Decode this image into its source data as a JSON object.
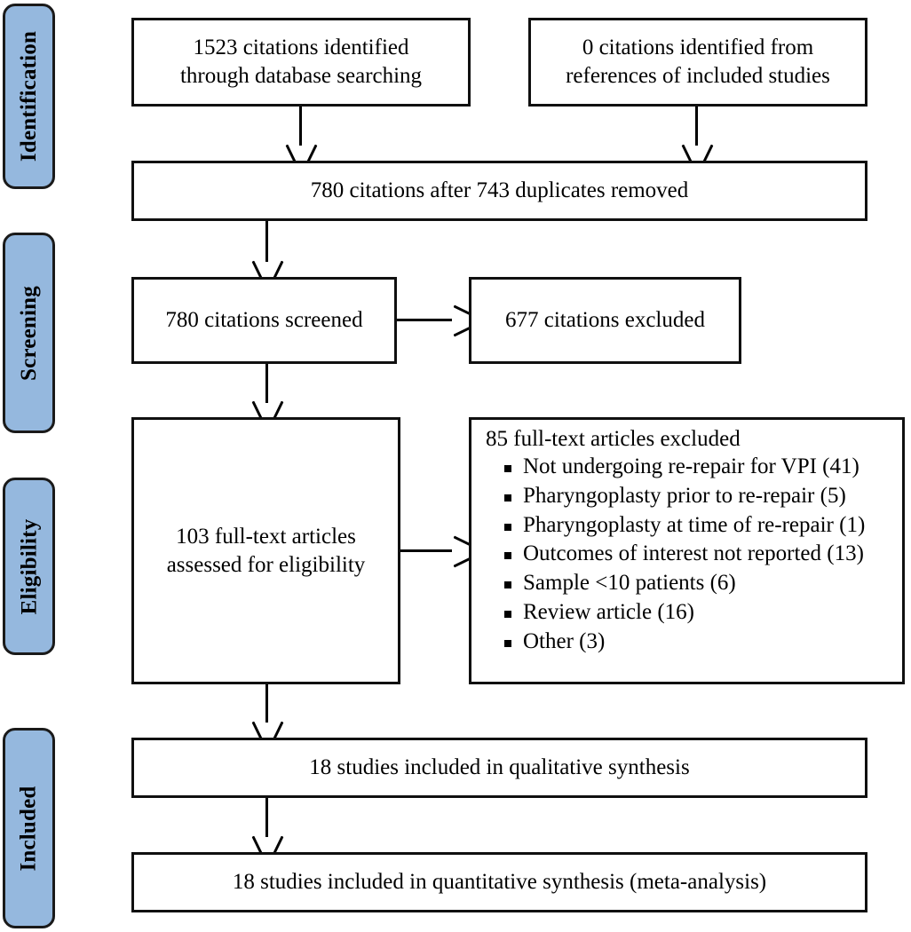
{
  "diagram": {
    "title": "PRISMA study selection flow diagram",
    "accent_color": "#95B8DE",
    "line_color": "#000000",
    "box_border_color": "#101010",
    "background": "#ffffff"
  },
  "stages": [
    {
      "id": "identification",
      "label": "Identification"
    },
    {
      "id": "screening",
      "label": "Screening"
    },
    {
      "id": "eligibility",
      "label": "Eligibility"
    },
    {
      "id": "included",
      "label": "Included"
    }
  ],
  "boxes": {
    "database_search": {
      "line1": "1523 citations identified",
      "line2": "through database searching"
    },
    "reference_search": {
      "line1": "0 citations identified from",
      "line2": "references of included studies"
    },
    "duplicates_removed": {
      "line1": "780 citations after 743 duplicates removed"
    },
    "screened": {
      "line1": "780 citations screened"
    },
    "citations_excluded": {
      "line1": "677 citations excluded"
    },
    "fulltext_assessed": {
      "line1": "103 full-text articles",
      "line2": "assessed for eligibility"
    },
    "fulltext_excluded": {
      "heading": "85 full-text articles excluded",
      "reasons": [
        "Not undergoing re-repair for VPI (41)",
        "Pharyngoplasty prior to re-repair (5)",
        "Pharyngoplasty at time of re-repair (1)",
        "Outcomes of interest not reported (13)",
        "Sample <10 patients (6)",
        "Review article (16)",
        "Other (3)"
      ]
    },
    "qualitative_synthesis": {
      "line1": "18 studies included in qualitative synthesis"
    },
    "quantitative_synthesis": {
      "line1": "18 studies included in quantitative synthesis (meta-analysis)"
    }
  },
  "chart_data": {
    "type": "diagram",
    "title": "PRISMA flow diagram",
    "nodes": [
      {
        "id": "database_search",
        "stage": "Identification",
        "count": 1523,
        "label": "1523 citations identified through database searching"
      },
      {
        "id": "reference_search",
        "stage": "Identification",
        "count": 0,
        "label": "0 citations identified from references of included studies"
      },
      {
        "id": "duplicates_removed",
        "stage": "Identification",
        "count": 780,
        "duplicates": 743,
        "label": "780 citations after 743 duplicates removed"
      },
      {
        "id": "screened",
        "stage": "Screening",
        "count": 780,
        "label": "780 citations screened"
      },
      {
        "id": "citations_excluded",
        "stage": "Screening",
        "count": 677,
        "label": "677 citations excluded"
      },
      {
        "id": "fulltext_assessed",
        "stage": "Eligibility",
        "count": 103,
        "label": "103 full-text articles assessed for eligibility"
      },
      {
        "id": "fulltext_excluded",
        "stage": "Eligibility",
        "count": 85,
        "label": "85 full-text articles excluded",
        "breakdown": [
          {
            "reason": "Not undergoing re-repair for VPI",
            "n": 41
          },
          {
            "reason": "Pharyngoplasty prior to re-repair",
            "n": 5
          },
          {
            "reason": "Pharyngoplasty at time of re-repair",
            "n": 1
          },
          {
            "reason": "Outcomes of interest not reported",
            "n": 13
          },
          {
            "reason": "Sample <10 patients",
            "n": 6
          },
          {
            "reason": "Review article",
            "n": 16
          },
          {
            "reason": "Other",
            "n": 3
          }
        ]
      },
      {
        "id": "qualitative_synthesis",
        "stage": "Included",
        "count": 18,
        "label": "18 studies included in qualitative synthesis"
      },
      {
        "id": "quantitative_synthesis",
        "stage": "Included",
        "count": 18,
        "label": "18 studies included in quantitative synthesis (meta-analysis)"
      }
    ],
    "edges": [
      {
        "from": "database_search",
        "to": "duplicates_removed",
        "direction": "down"
      },
      {
        "from": "reference_search",
        "to": "duplicates_removed",
        "direction": "down"
      },
      {
        "from": "duplicates_removed",
        "to": "screened",
        "direction": "down"
      },
      {
        "from": "screened",
        "to": "citations_excluded",
        "direction": "right"
      },
      {
        "from": "screened",
        "to": "fulltext_assessed",
        "direction": "down"
      },
      {
        "from": "fulltext_assessed",
        "to": "fulltext_excluded",
        "direction": "right"
      },
      {
        "from": "fulltext_assessed",
        "to": "qualitative_synthesis",
        "direction": "down"
      },
      {
        "from": "qualitative_synthesis",
        "to": "quantitative_synthesis",
        "direction": "down"
      }
    ]
  }
}
